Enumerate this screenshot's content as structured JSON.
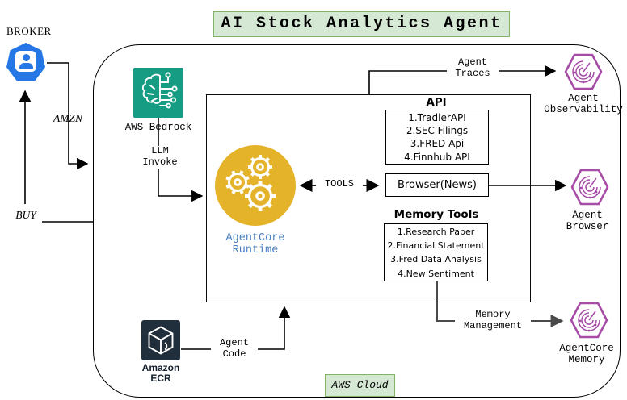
{
  "title": "AI Stock Analytics Agent",
  "cloud_label": "AWS Cloud",
  "colors": {
    "panel_green_fill": "#d5e8d4",
    "panel_green_border": "#82b366",
    "bedrock_teal": "#169c83",
    "runtime_yellow": "#e5b32a",
    "runtime_text_blue": "#4a7ebf",
    "agentcore_purple": "#a64ca6",
    "broker_blue": "#2577e6",
    "ecr_navy": "#212f3d"
  },
  "broker": {
    "label": "BROKER"
  },
  "edges": {
    "amzn": "AMZN",
    "buy": "BUY",
    "llm_line1": "LLM",
    "llm_line2": "Invoke",
    "tools": "TOOLS",
    "traces_line1": "Agent",
    "traces_line2": "Traces",
    "memory_line1": "Memory",
    "memory_line2": "Management",
    "code_line1": "Agent",
    "code_line2": "Code"
  },
  "nodes": {
    "bedrock": {
      "label": "AWS Bedrock"
    },
    "runtime": {
      "line1": "AgentCore",
      "line2": "Runtime"
    },
    "ecr": {
      "line1": "Amazon",
      "line2": "ECR"
    },
    "observability": {
      "line1": "Agent",
      "line2": "Observability"
    },
    "agent_browser": {
      "line1": "Agent",
      "line2": "Browser"
    },
    "agentcore_memory": {
      "line1": "AgentCore",
      "line2": "Memory"
    }
  },
  "api_panel": {
    "title": "API",
    "items": [
      "1.TradierAPI",
      "2.SEC Filings",
      "3.FRED Api",
      "4.Finnhub API"
    ]
  },
  "browser_box": {
    "label": "Browser(News)"
  },
  "memory_panel": {
    "title": "Memory Tools",
    "items": [
      "1.Research Paper",
      "2.Financial Statement",
      "3.Fred Data Analysis",
      "4.New Sentiment"
    ]
  }
}
